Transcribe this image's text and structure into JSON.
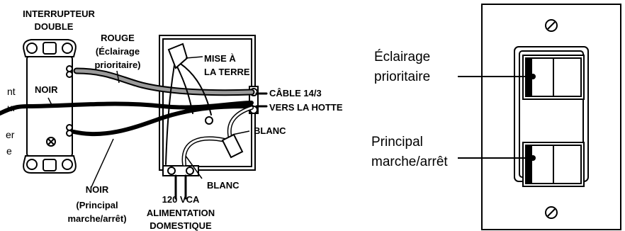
{
  "wiring": {
    "cut_text": [
      "nt",
      "ur",
      "er",
      "e"
    ],
    "interrupteur_line1": "INTERRUPTEUR",
    "interrupteur_line2": "DOUBLE",
    "rouge_line1": "ROUGE",
    "rouge_line2": "(Éclairage",
    "rouge_line3": "prioritaire)",
    "noir_top": "NOIR",
    "mise_line1": "MISE À",
    "mise_line2": "LA TERRE",
    "cable_line1": "CÂBLE 14/3",
    "cable_line2": "VERS LA HOTTE",
    "blanc_1": "BLANC",
    "blanc_2": "BLANC",
    "noir_bottom_line1": "NOIR",
    "noir_bottom_line2": "(Principal",
    "noir_bottom_line3": "marche/arrêt)",
    "supply_line1": "120 VCA",
    "supply_line2": "ALIMENTATION",
    "supply_line3": "DOMESTIQUE"
  },
  "plate": {
    "top_label_line1": "Éclairage",
    "top_label_line2": "prioritaire",
    "bottom_label_line1": "Principal",
    "bottom_label_line2": "marche/arrêt"
  },
  "colors": {
    "ink": "#000000",
    "background": "#ffffff",
    "wire_grey": "#9a9a9a"
  }
}
